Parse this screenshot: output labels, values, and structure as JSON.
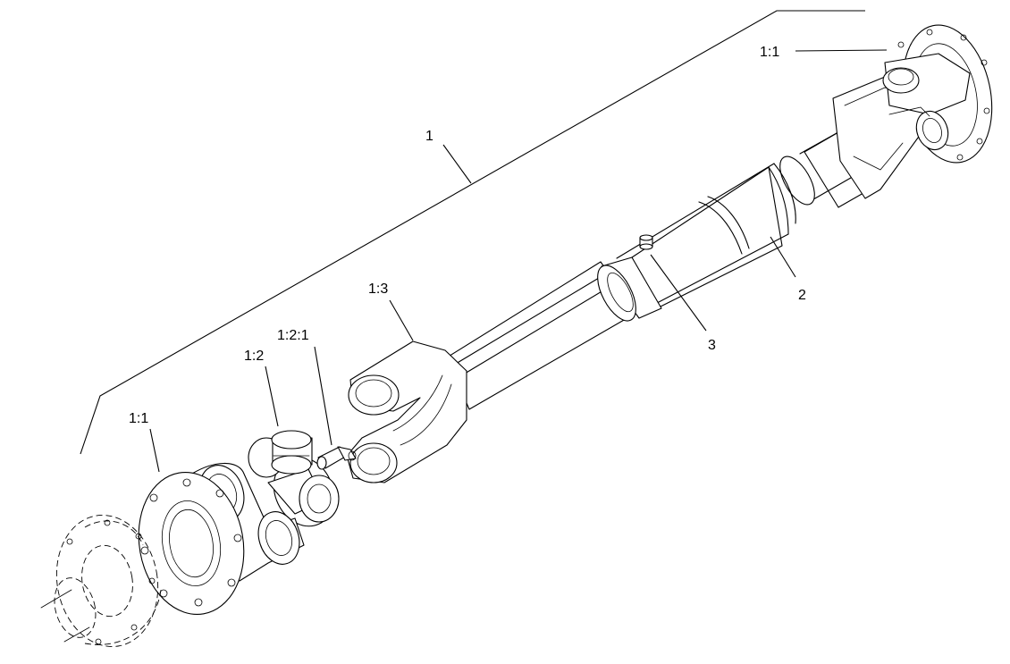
{
  "diagram": {
    "callouts": [
      {
        "id": "c1",
        "text": "1"
      },
      {
        "id": "c11a",
        "text": "1:1"
      },
      {
        "id": "c11b",
        "text": "1:1"
      },
      {
        "id": "c12",
        "text": "1:2"
      },
      {
        "id": "c121",
        "text": "1:2:1"
      },
      {
        "id": "c13",
        "text": "1:3"
      },
      {
        "id": "c2",
        "text": "2"
      },
      {
        "id": "c3",
        "text": "3"
      }
    ]
  }
}
